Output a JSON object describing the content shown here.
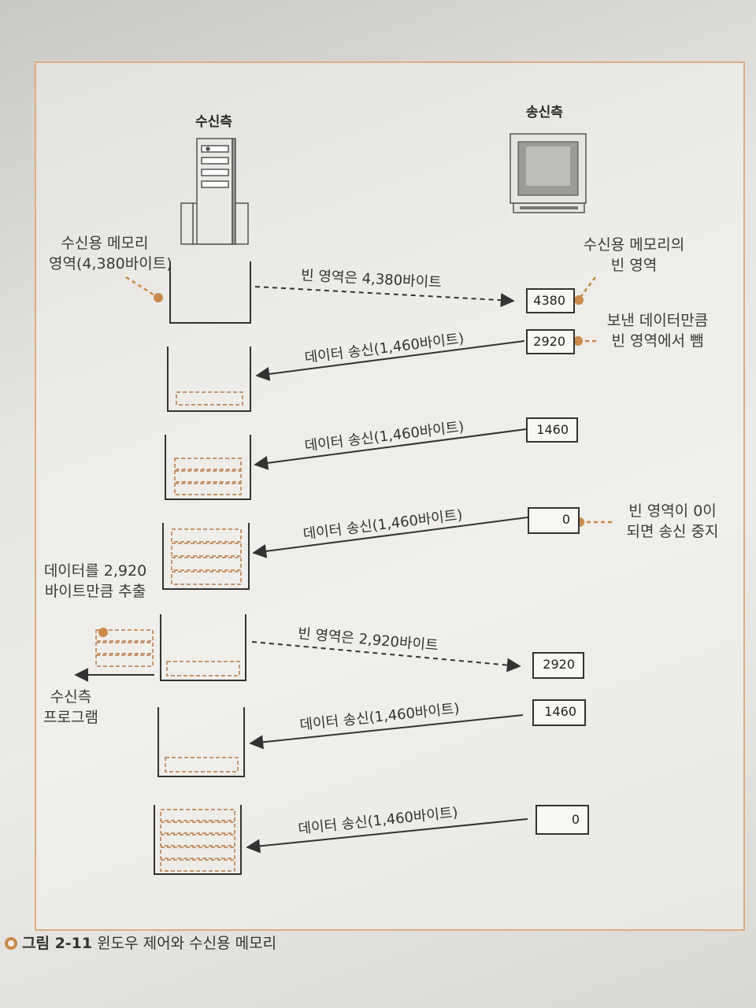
{
  "header": {
    "receiver_title": "수신측",
    "sender_title": "송신측"
  },
  "notes": {
    "recv_memory": [
      "수신용 메모리",
      "영역(4,380바이트)"
    ],
    "free_space": [
      "수신용 메모리의",
      "빈 영역"
    ],
    "subtract": [
      "보낸 데이터만큼",
      "빈 영역에서 뺌"
    ],
    "stop": [
      "빈 영역이 0이",
      "되면 송신 중지"
    ],
    "extract": [
      "데이터를 2,920",
      "바이트만큼 추출"
    ],
    "program": [
      "수신측",
      "프로그램"
    ]
  },
  "steps": [
    {
      "label": "빈 영역은 4,380바이트",
      "value": "4380",
      "dir": "to-sender"
    },
    {
      "label": "데이터 송신(1,460바이트)",
      "value": "2920",
      "dir": "to-receiver"
    },
    {
      "label": "데이터 송신(1,460바이트)",
      "value": "1460",
      "dir": "to-receiver"
    },
    {
      "label": "데이터 송신(1,460바이트)",
      "value": "0",
      "dir": "to-receiver"
    },
    {
      "label": "빈 영역은 2,920바이트",
      "value": "2920",
      "dir": "to-sender"
    },
    {
      "label": "데이터 송신(1,460바이트)",
      "value": "1460",
      "dir": "to-receiver"
    },
    {
      "label": "데이터 송신(1,460바이트)",
      "value": "0",
      "dir": "to-receiver"
    }
  ],
  "caption": {
    "number": "그림 2-11",
    "text": "윈도우 제어와 수신용 메모리"
  },
  "colors": {
    "accent": "#c98a4c",
    "line": "#333333"
  }
}
